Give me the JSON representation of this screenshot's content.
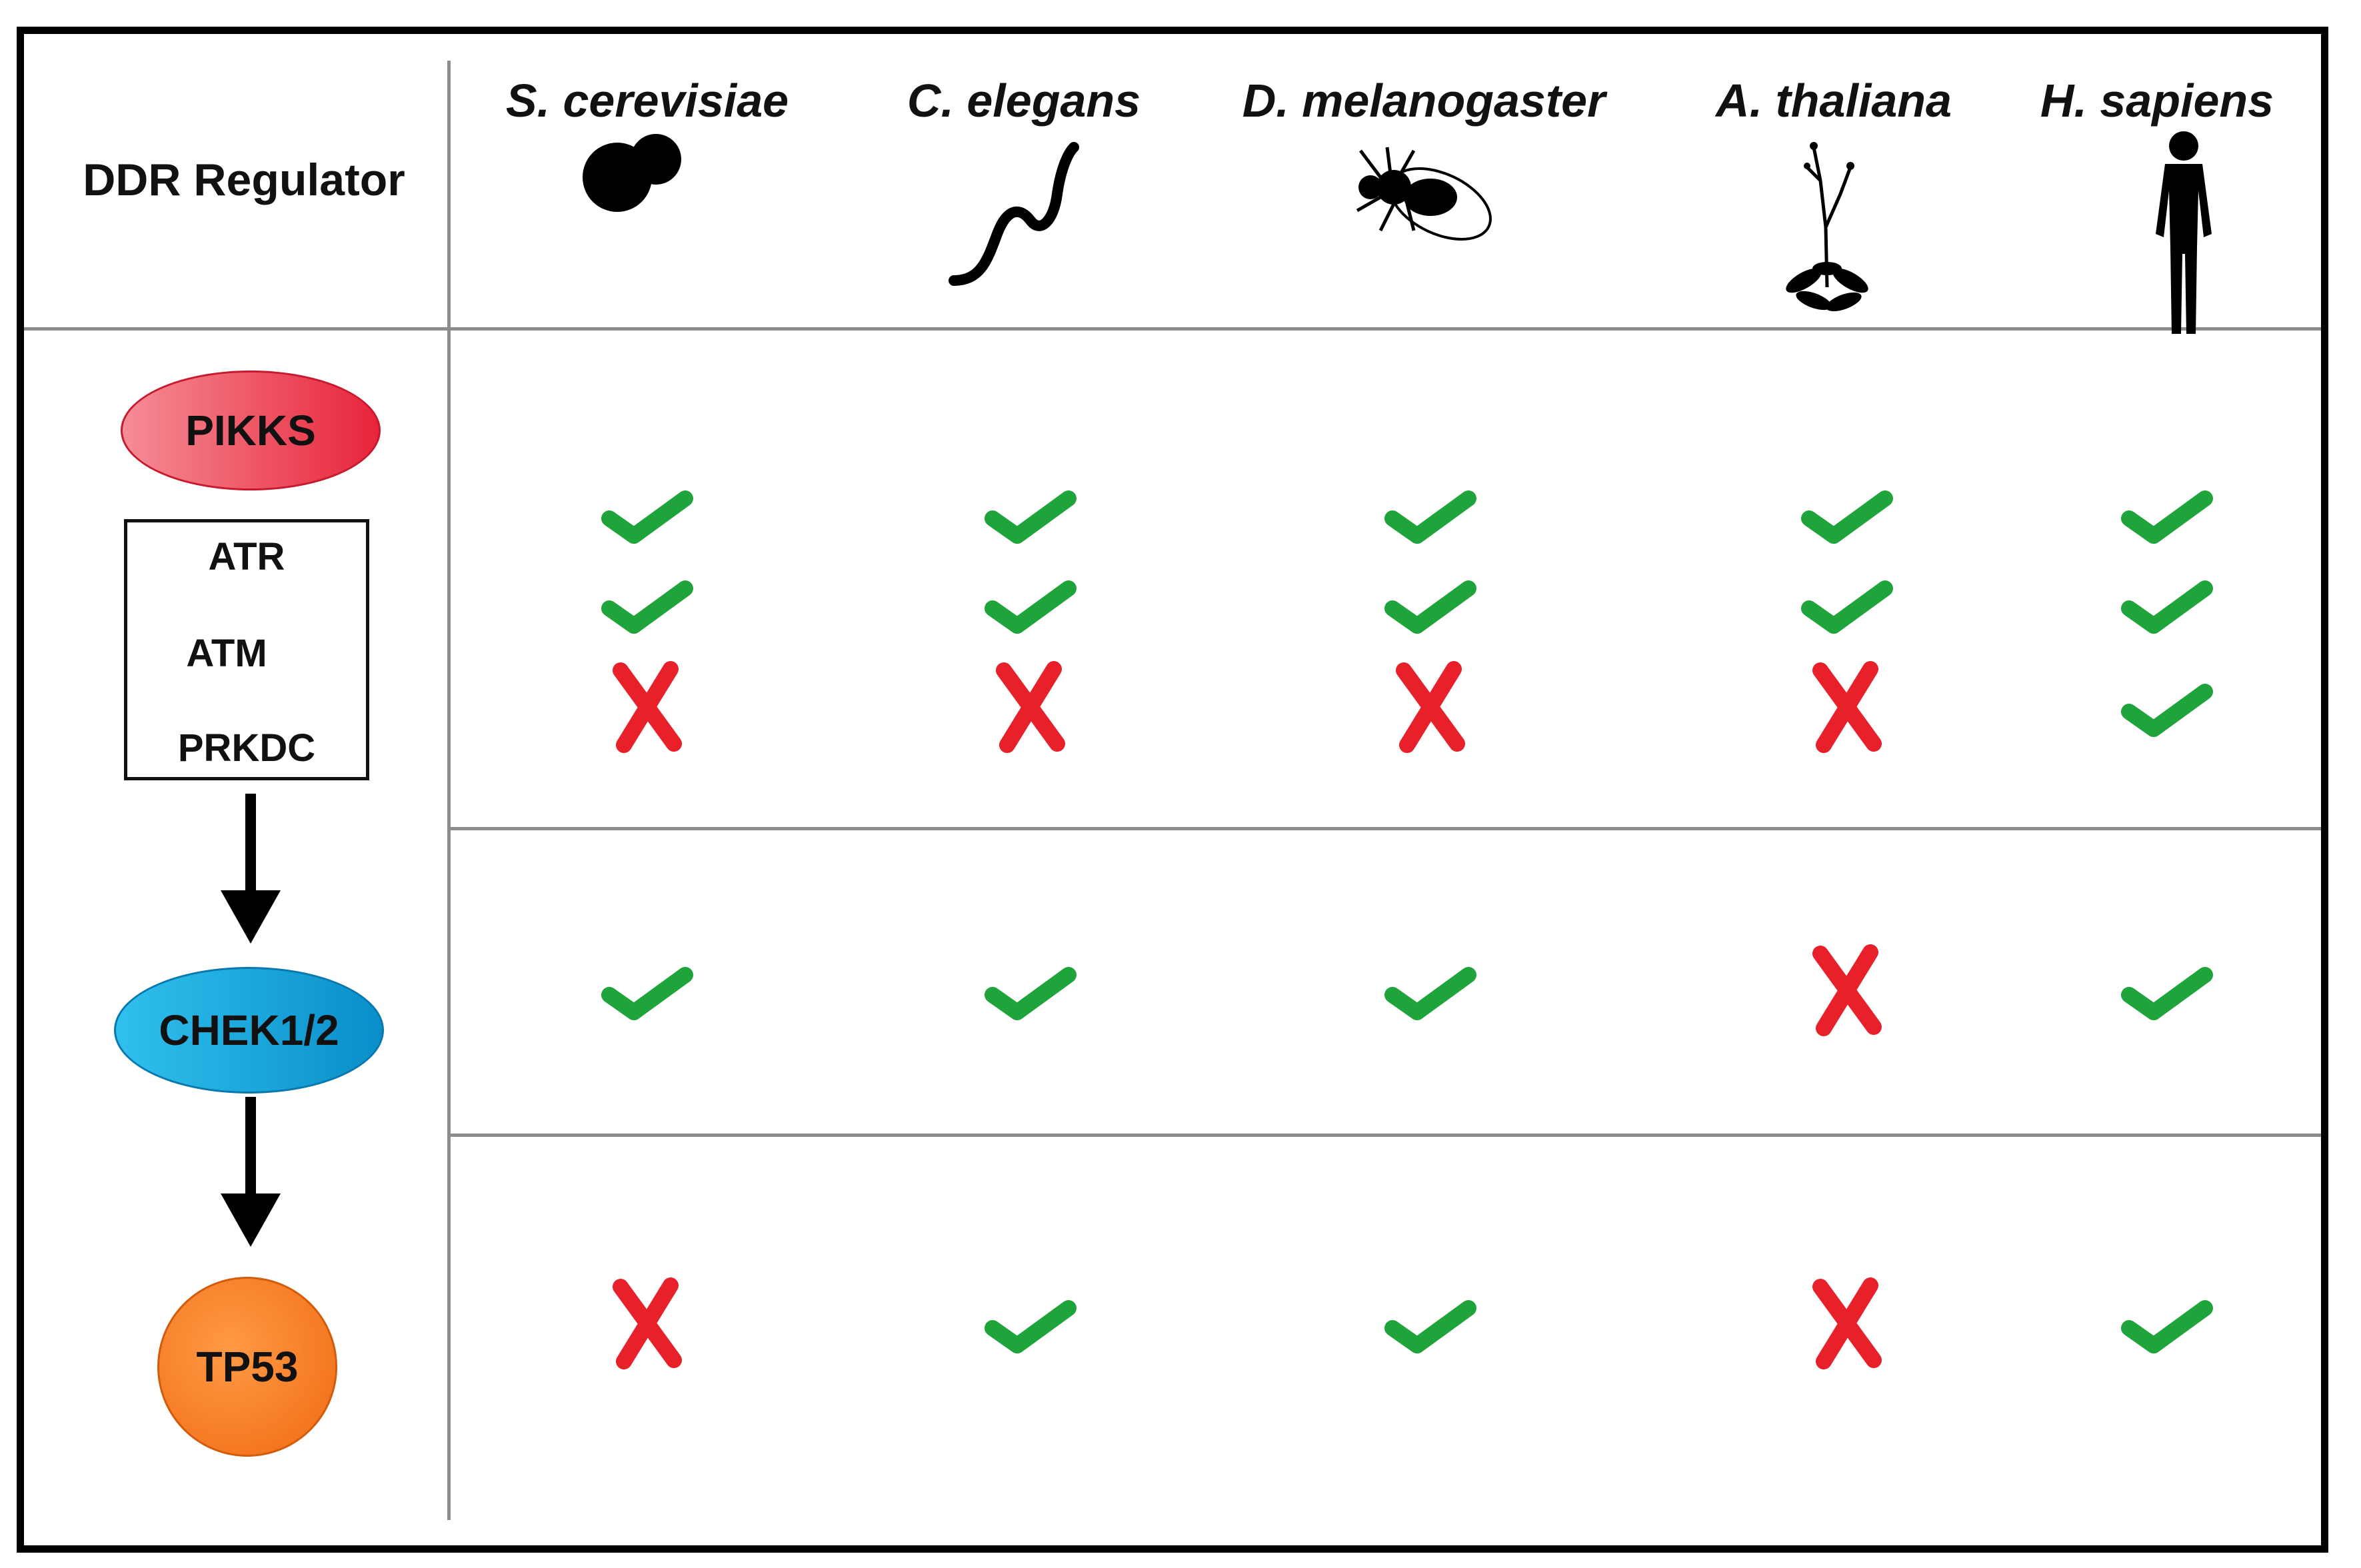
{
  "header": {
    "regulator_label": "DDR Regulator"
  },
  "organisms": [
    {
      "name": "S. cerevisiae",
      "icon": "yeast-icon"
    },
    {
      "name": "C. elegans",
      "icon": "worm-icon"
    },
    {
      "name": "D. melanogaster",
      "icon": "fly-icon"
    },
    {
      "name": "A. thaliana",
      "icon": "plant-icon"
    },
    {
      "name": "H. sapiens",
      "icon": "human-icon"
    }
  ],
  "regulators": {
    "pikks": {
      "label": "PIKKS",
      "color": "#e8243a"
    },
    "kinases": [
      "ATR",
      "ATM",
      "PRKDC"
    ],
    "chek": {
      "label": "CHEK1/2",
      "color": "#0a8ec9"
    },
    "tp53": {
      "label": "TP53",
      "color": "#f06a12"
    }
  },
  "presence": {
    "ATR": [
      true,
      true,
      true,
      true,
      true
    ],
    "ATM": [
      true,
      true,
      true,
      true,
      true
    ],
    "PRKDC": [
      false,
      false,
      false,
      false,
      true
    ],
    "CHEK1/2": [
      true,
      true,
      true,
      false,
      true
    ],
    "TP53": [
      false,
      true,
      true,
      false,
      true
    ]
  },
  "colors": {
    "check": "#1fa33b",
    "cross": "#e8202a"
  }
}
